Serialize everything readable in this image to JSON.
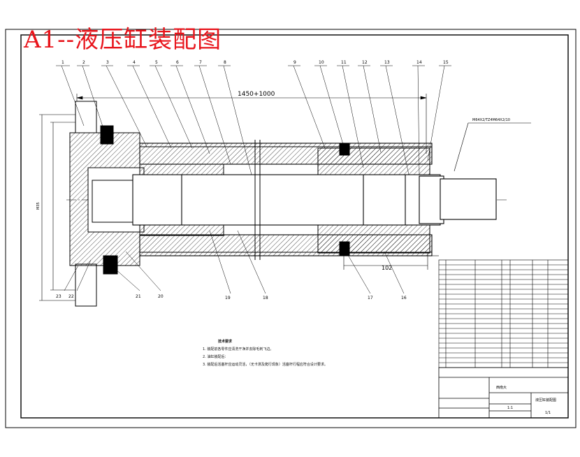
{
  "drawing": {
    "title": "A1--液压缸装配图",
    "overall_dimension": "1450+1000",
    "stroke_dimension": "102",
    "port_thread_label": "M64X2/TZ4M64X2/10",
    "side_height_label": "M35",
    "callouts_top": [
      "1",
      "2",
      "3",
      "4",
      "5",
      "6",
      "7",
      "8",
      "9",
      "10",
      "11",
      "12",
      "13",
      "14",
      "15"
    ],
    "callouts_bottom": [
      "23",
      "22",
      "21",
      "20",
      "19",
      "18",
      "17",
      "16"
    ],
    "tech_notes": {
      "title": "技术要求",
      "lines": [
        "1. 装配前各零件应清洗干净并去除毛刺飞边。",
        "2. 油缸装配后：",
        "3. 装配后活塞杆应运动灵活，（无卡滞及爬行现象）活塞杆行程应符合设计要求。"
      ]
    },
    "title_block": {
      "company": "西南大",
      "drawing_name": "液压缸装配图",
      "scale": "1:1",
      "sheet": "1/1"
    }
  }
}
